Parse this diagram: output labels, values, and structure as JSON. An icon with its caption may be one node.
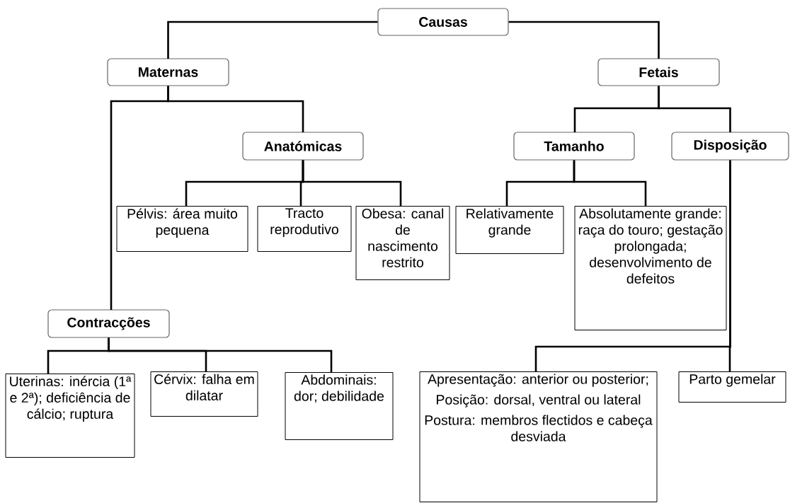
{
  "diagram": {
    "nodes": [
      {
        "text": [
          "Causas"
        ]
      },
      {
        "text": [
          "Maternas"
        ]
      },
      {
        "text": [
          "Fetais"
        ]
      },
      {
        "text": [
          "Anatómicas"
        ]
      },
      {
        "text": [
          "Tamanho"
        ]
      },
      {
        "text": [
          "Disposição"
        ]
      },
      {
        "text": [
          "Pélvis: área muito pequena"
        ]
      },
      {
        "text": [
          "Tracto reprodutivo"
        ]
      },
      {
        "text": [
          "Obesa: canal de nascimento restrito"
        ]
      },
      {
        "text": [
          "Relativamente grande"
        ]
      },
      {
        "text": [
          "Absolutamente grande: raça do touro; gestação prolongada; desenvolvimento de defeitos"
        ]
      },
      {
        "text": [
          "Contracções"
        ]
      },
      {
        "text": [
          "Uterinas: inércia (1ª e 2ª); deficiência de cálcio; ruptura"
        ]
      },
      {
        "text": [
          "Cérvix: falha em dilatar"
        ]
      },
      {
        "text": [
          "Abdominais: dor; debilidade"
        ]
      },
      {
        "text": [
          "Apresentação: anterior ou posterior;",
          "Posição: dorsal, ventral ou lateral",
          "Postura: membros flectidos e cabeça desviada"
        ]
      },
      {
        "text": [
          "Parto gemelar"
        ]
      }
    ],
    "edges": [
      {
        "from": 0,
        "to": 1,
        "arrow": "none"
      },
      {
        "from": 0,
        "to": 2,
        "arrow": "none"
      },
      {
        "from": 1,
        "to": 3,
        "arrow": "none"
      },
      {
        "from": 1,
        "to": 11,
        "arrow": "none"
      },
      {
        "from": 2,
        "to": 4,
        "arrow": "none"
      },
      {
        "from": 2,
        "to": 5,
        "arrow": "none"
      },
      {
        "from": 3,
        "to": 6,
        "arrow": "none"
      },
      {
        "from": 3,
        "to": 7,
        "arrow": "none"
      },
      {
        "from": 3,
        "to": 8,
        "arrow": "none"
      },
      {
        "from": 4,
        "to": 9,
        "arrow": "none"
      },
      {
        "from": 4,
        "to": 10,
        "arrow": "none"
      },
      {
        "from": 11,
        "to": 12,
        "arrow": "none"
      },
      {
        "from": 11,
        "to": 13,
        "arrow": "none"
      },
      {
        "from": 11,
        "to": 14,
        "arrow": "none"
      },
      {
        "from": 5,
        "to": 15,
        "arrow": "none"
      },
      {
        "from": 5,
        "to": 16,
        "arrow": "none"
      }
    ]
  }
}
